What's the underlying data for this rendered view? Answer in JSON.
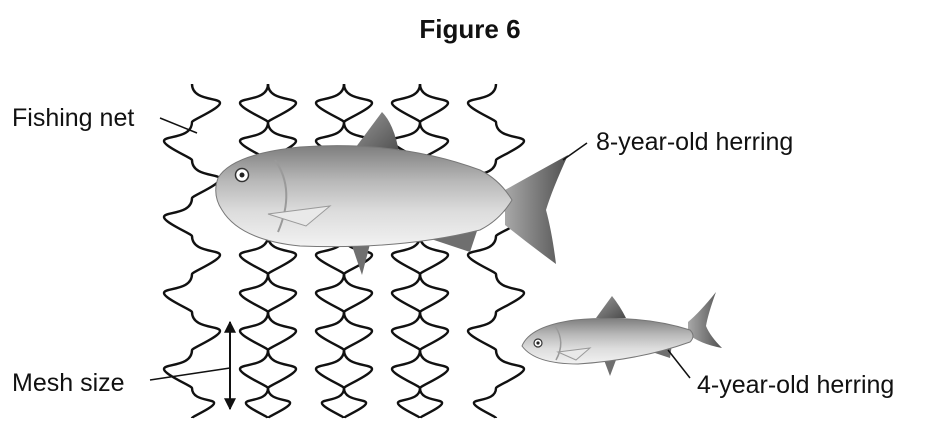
{
  "figure": {
    "title": "Figure 6"
  },
  "labels": {
    "net": "Fishing net",
    "mesh": "Mesh size",
    "herring_old": "8-year-old herring",
    "herring_young": "4-year-old herring"
  },
  "colors": {
    "ink": "#111111",
    "fish_body": "#c9c9c9",
    "fish_back": "#8a8a8a",
    "fish_belly": "#efefef",
    "fin": "#6f6f6f"
  }
}
